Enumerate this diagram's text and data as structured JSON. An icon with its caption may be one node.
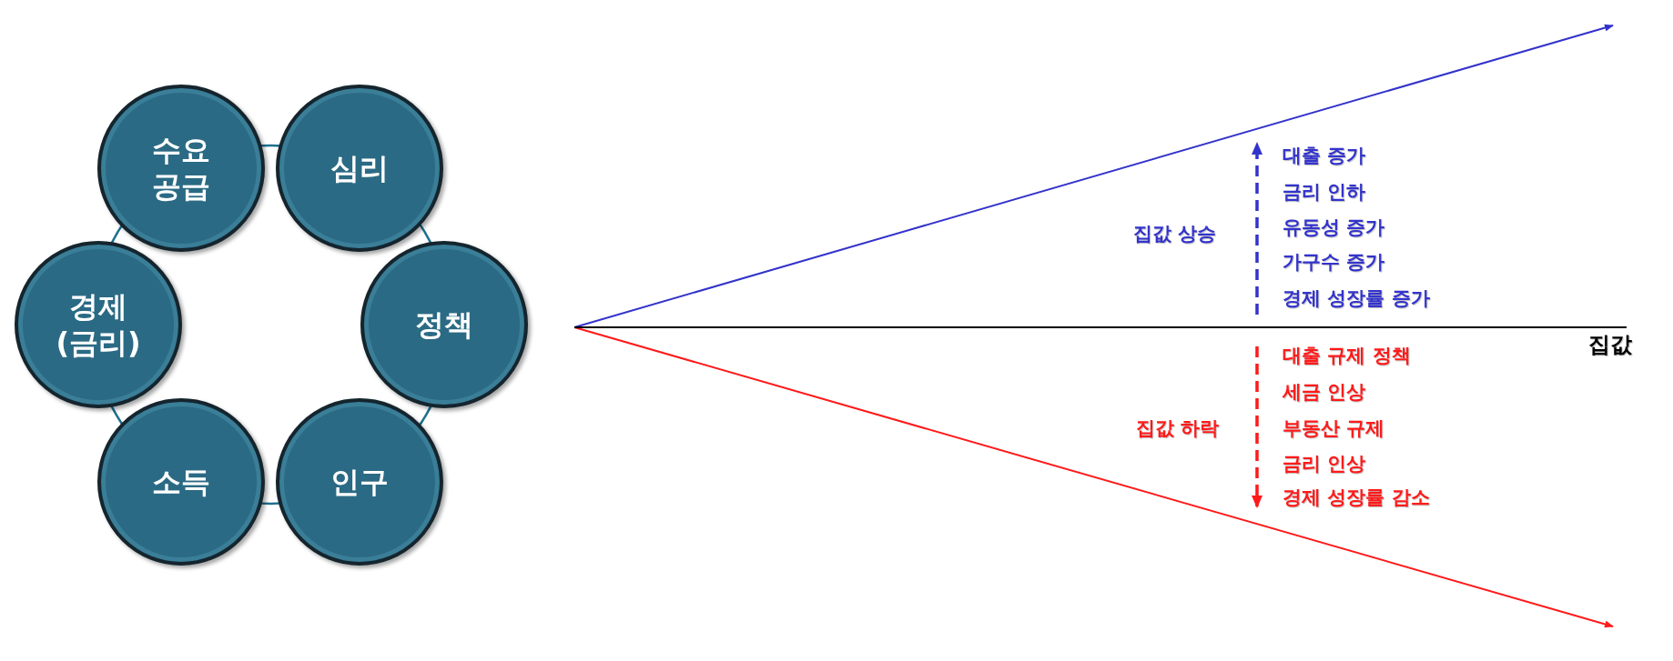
{
  "diagram": {
    "nodes": [
      {
        "text": [
          "수요 공급"
        ]
      },
      {
        "text": [
          "심리"
        ]
      },
      {
        "text": [
          "경제 (금리)"
        ]
      },
      {
        "text": [
          "정책"
        ]
      },
      {
        "text": [
          "소득"
        ]
      },
      {
        "text": [
          "인구"
        ]
      }
    ],
    "labels": [
      "대출 증가",
      "금리 인하",
      "집값 상승",
      "유동성 증가",
      "가구수 증가",
      "경제 성장률 증가",
      "집값",
      "대출 규제 정책",
      "세금 인상",
      "집값 하락",
      "부동산 규제",
      "금리 인상",
      "경제 성장률 감소"
    ]
  }
}
